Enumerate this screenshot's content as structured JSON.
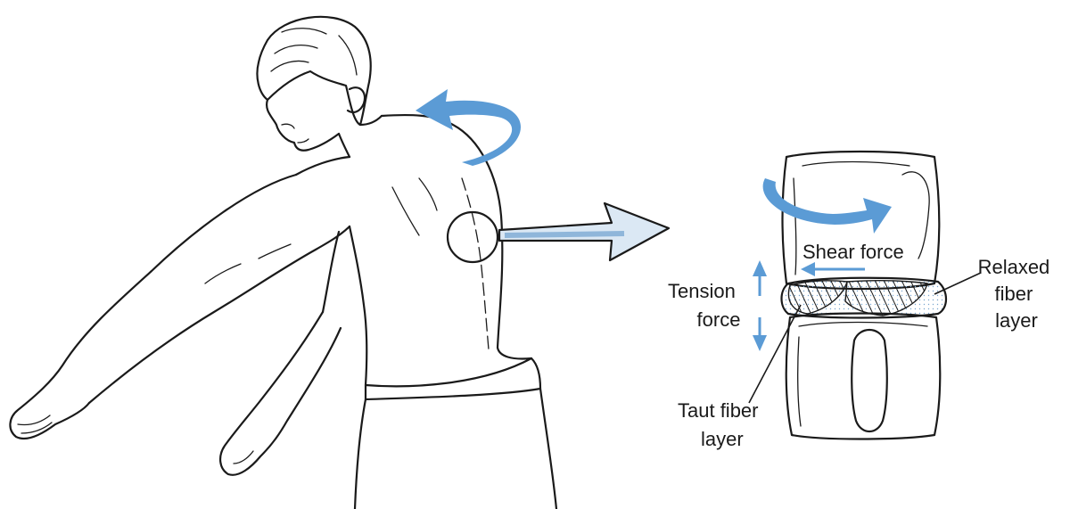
{
  "labels": {
    "shear": "Shear force",
    "relaxed": [
      "Relaxed",
      "fiber",
      "layer"
    ],
    "tension": [
      "Tension",
      "force"
    ],
    "taut": [
      "Taut fiber",
      "layer"
    ]
  },
  "colors": {
    "arrow_blue": "#5b9bd5",
    "line": "#1a1a1a",
    "zoom_arrow_fill": "#dbe8f4"
  }
}
